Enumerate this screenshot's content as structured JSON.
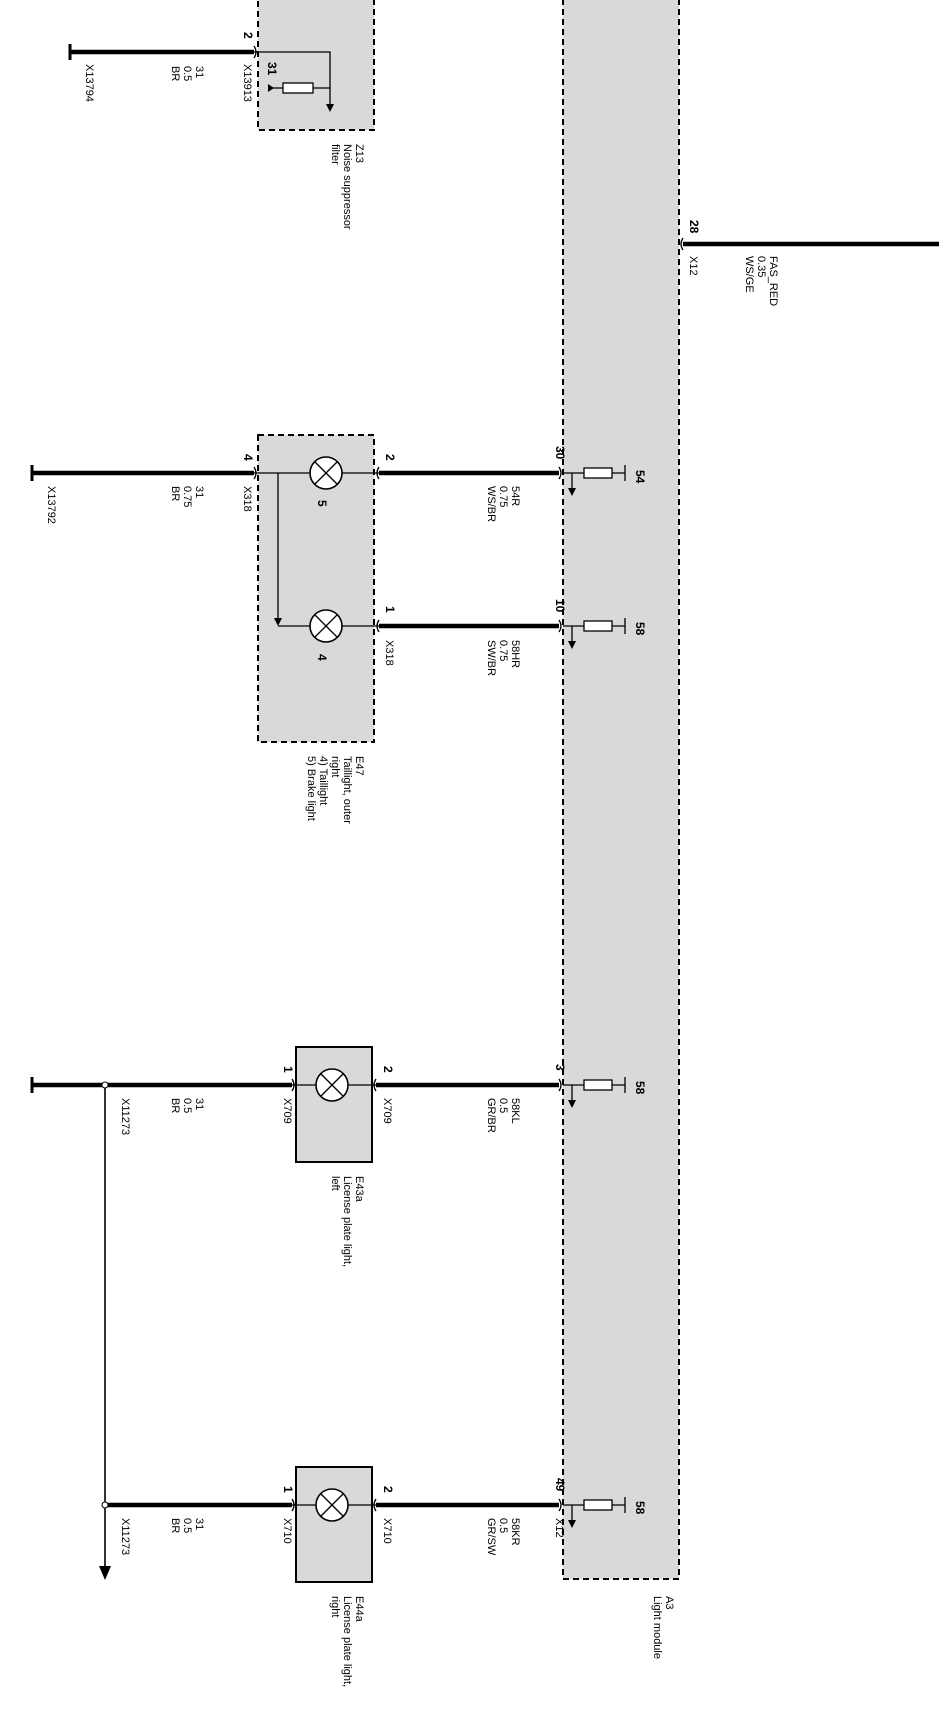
{
  "module": {
    "ref": "A3",
    "name": "Light module",
    "connector": "X12",
    "pins": [
      {
        "pin": "28",
        "signal": "FAS_RED",
        "size": "0.35",
        "color": "WS/GE",
        "connector": "X12"
      },
      {
        "pin": "30",
        "signal": "54R",
        "size": "0.75",
        "color": "WS/BR",
        "internal": "54"
      },
      {
        "pin": "10",
        "signal": "58HR",
        "size": "0.75",
        "color": "SW/BR",
        "internal": "58"
      },
      {
        "pin": "3",
        "signal": "58KL",
        "size": "0.5",
        "color": "GR/BR",
        "internal": "58"
      },
      {
        "pin": "49",
        "signal": "58KR",
        "size": "0.5",
        "color": "GR/SW",
        "internal": "58",
        "connector": "X12"
      }
    ]
  },
  "noise_filter": {
    "ref": "Z13",
    "name": "Noise suppressor filter",
    "pin": "2",
    "internal_pin": "31",
    "connector": "X13913",
    "wire": {
      "signal": "31",
      "size": "0.5",
      "color": "BR"
    },
    "ground": "X13794"
  },
  "taillight": {
    "ref": "E47",
    "name": "Taillight, outer right",
    "items": [
      "4) Taillight",
      "5) Brake light"
    ],
    "lamp_tail": "4",
    "lamp_brake": "5",
    "connector": "X318",
    "pin_gnd": "4",
    "pin_brake": "2",
    "pin_tail": "1",
    "ground_wire": {
      "signal": "31",
      "size": "0.75",
      "color": "BR"
    },
    "ground": "X13792"
  },
  "plate_left": {
    "ref": "E43a",
    "name": "License plate light, left",
    "connector": "X709",
    "pin_gnd": "1",
    "pin_sig": "2",
    "ground_wire": {
      "signal": "31",
      "size": "0.5",
      "color": "BR"
    },
    "splice": "X11273"
  },
  "plate_right": {
    "ref": "E44a",
    "name": "License plate light, right",
    "connector": "X710",
    "pin_gnd": "1",
    "pin_sig": "2",
    "ground_wire": {
      "signal": "31",
      "size": "0.5",
      "color": "BR"
    },
    "splice": "X11273"
  }
}
